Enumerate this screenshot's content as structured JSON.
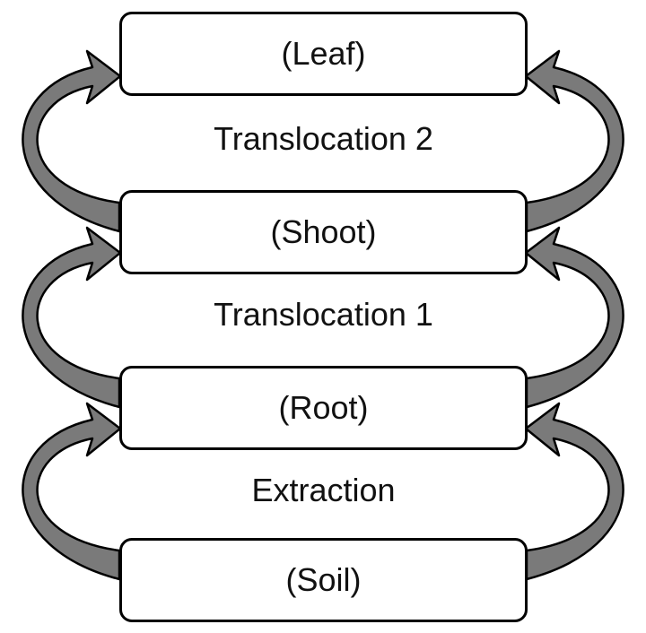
{
  "compartments": [
    {
      "id": "leaf",
      "label": "(Leaf)"
    },
    {
      "id": "shoot",
      "label": "(Shoot)"
    },
    {
      "id": "root",
      "label": "(Root)"
    },
    {
      "id": "soil",
      "label": "(Soil)"
    }
  ],
  "processes": [
    {
      "id": "translocation-2",
      "label": "Translocation 2",
      "from": "shoot",
      "to": "leaf"
    },
    {
      "id": "translocation-1",
      "label": "Translocation 1",
      "from": "root",
      "to": "shoot"
    },
    {
      "id": "extraction",
      "label": "Extraction",
      "from": "soil",
      "to": "root"
    }
  ],
  "colors": {
    "arrow_fill": "#7a7a7a",
    "arrow_stroke": "#000000",
    "box_border": "#000000",
    "box_fill": "#ffffff"
  }
}
